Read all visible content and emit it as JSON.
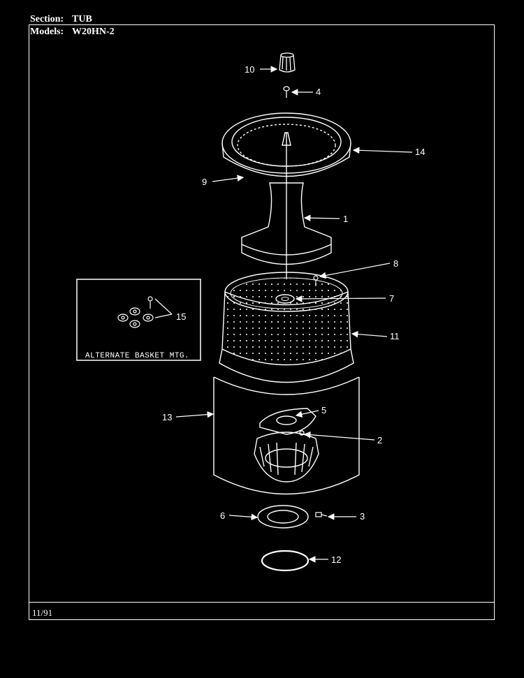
{
  "header": {
    "section_label": "Section:",
    "section_value": "TUB",
    "models_label": "Models:",
    "models_value": "W20HN-2"
  },
  "footer": {
    "date": "11/91"
  },
  "inset": {
    "caption": "ALTERNATE BASKET MTG."
  },
  "callouts": {
    "c1": "1",
    "c2": "2",
    "c3": "3",
    "c4": "4",
    "c5": "5",
    "c6": "6",
    "c7": "7",
    "c8": "8",
    "c9": "9",
    "c10": "10",
    "c11": "11",
    "c12": "12",
    "c13": "13",
    "c14": "14",
    "c15": "15"
  }
}
